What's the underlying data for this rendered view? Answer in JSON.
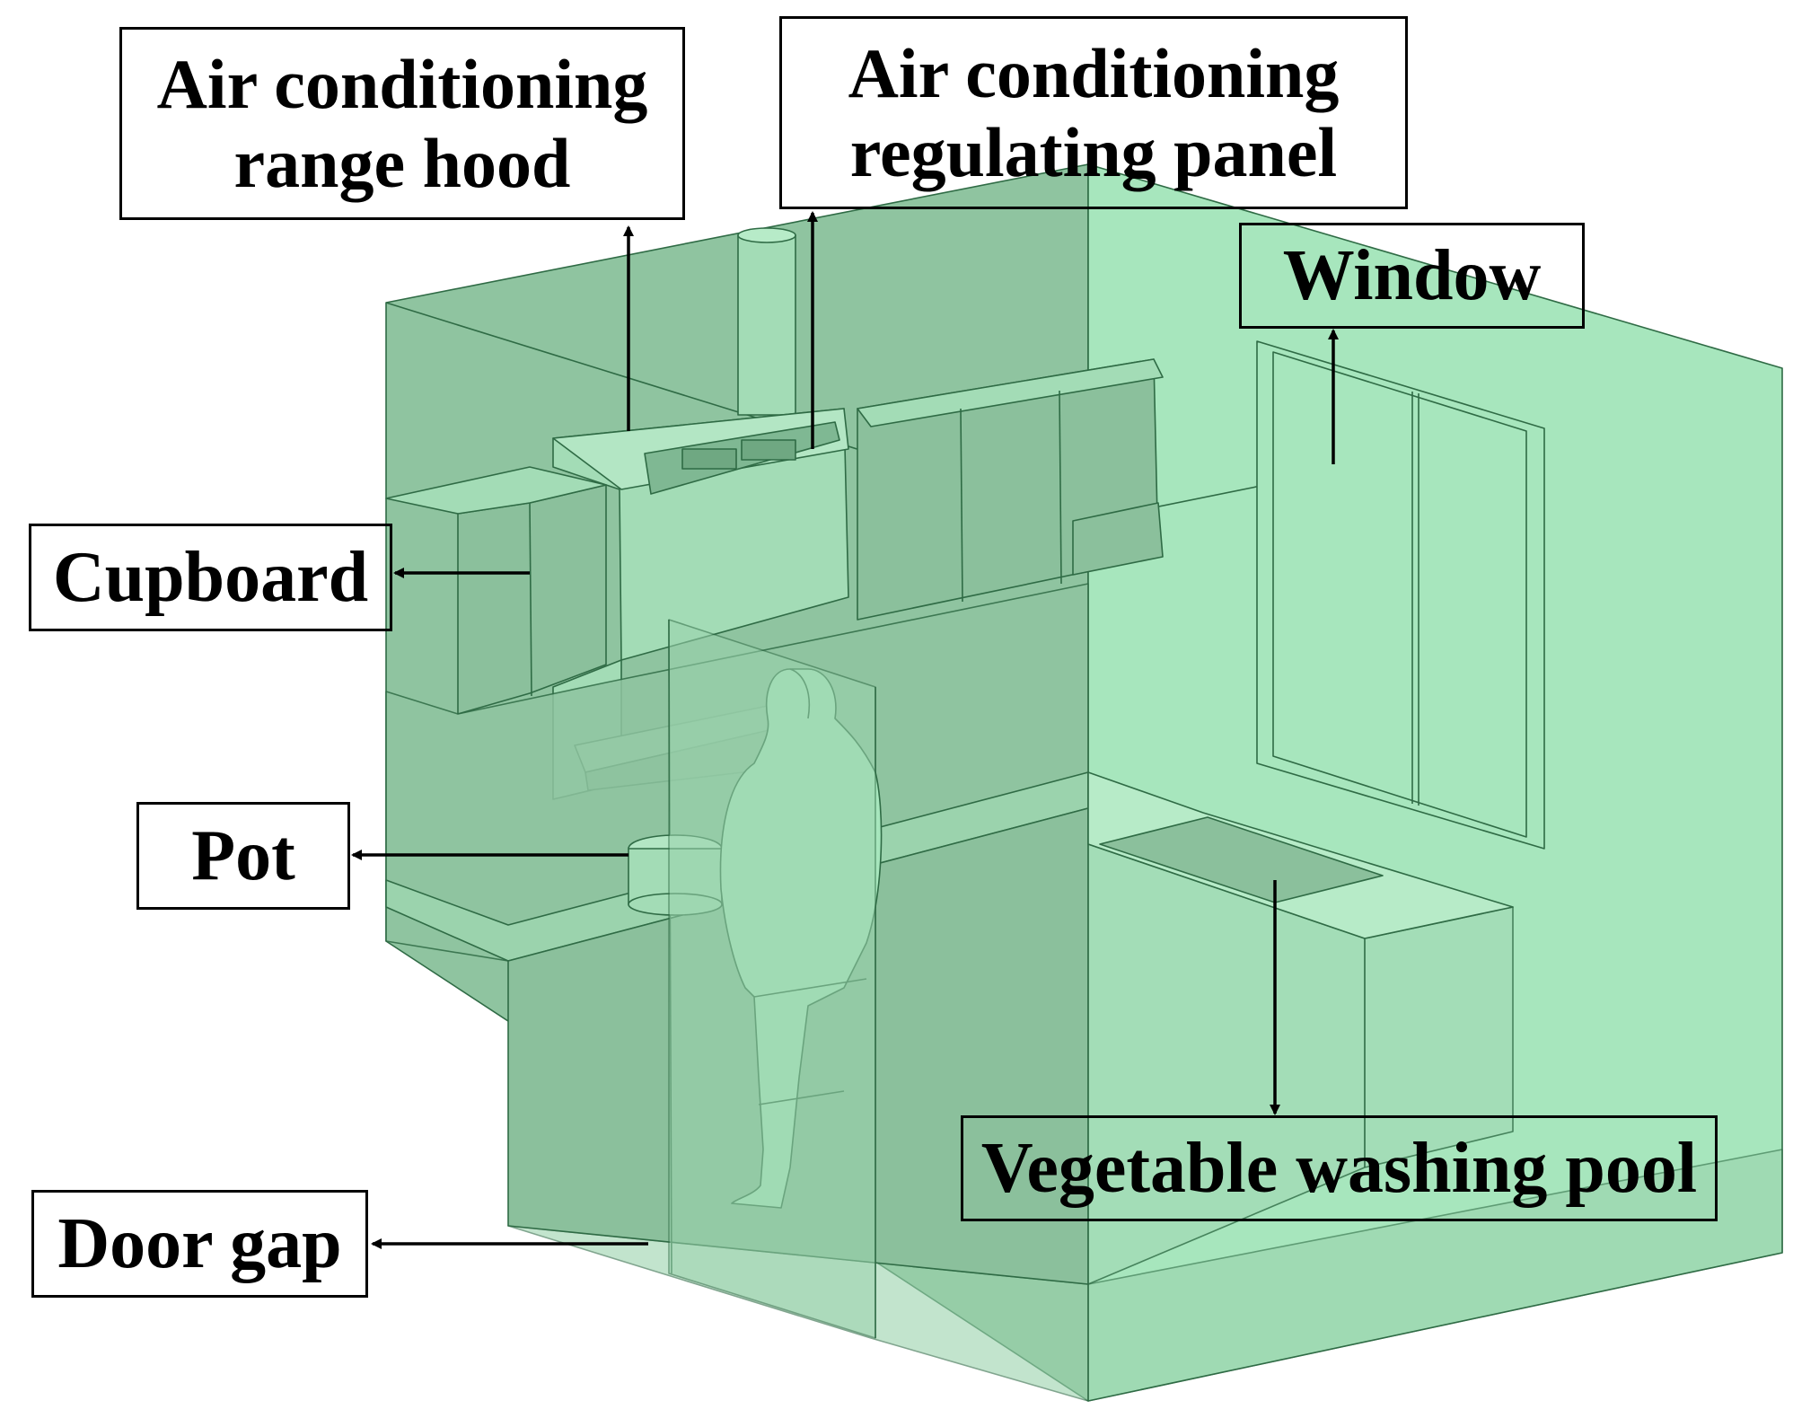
{
  "labels": {
    "range_hood": {
      "line1": "Air conditioning",
      "line2": "range hood"
    },
    "regulating_panel": {
      "line1": "Air conditioning",
      "line2": "regulating panel"
    },
    "window": "Window",
    "cupboard": "Cupboard",
    "pot": "Pot",
    "door_gap": "Door gap",
    "vegetable_pool": "Vegetable washing pool"
  },
  "colors": {
    "back_wall": "#8fc4a0",
    "side_wall": "#a7e6bd",
    "floor": "#9bd3ad",
    "cabinet": "#8bc09c",
    "cabinet_light": "#a3dcb6",
    "edge": "#2f6b45",
    "arrow": "#000000"
  }
}
